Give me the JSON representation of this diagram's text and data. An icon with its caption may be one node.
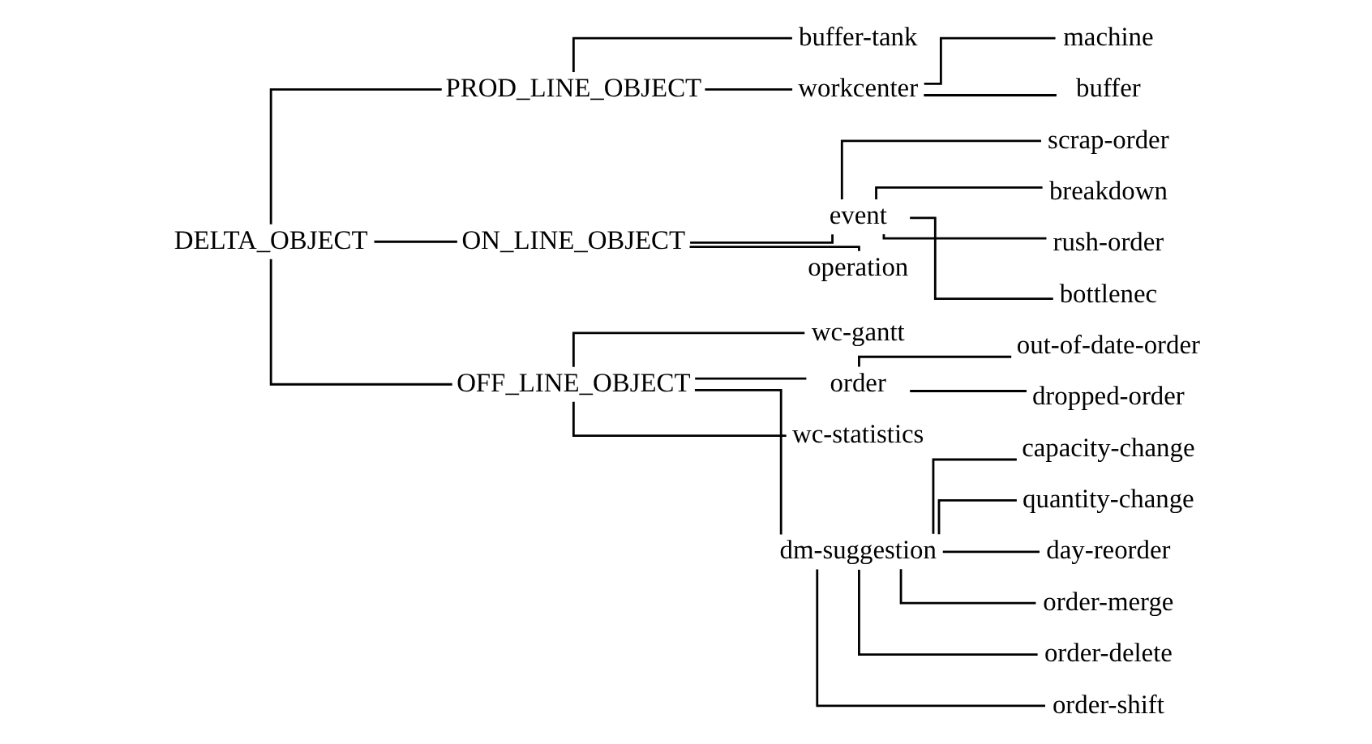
{
  "diagram": {
    "nodes": [
      {
        "text": [
          "DELTA_OBJECT"
        ]
      },
      {
        "text": [
          "PROD_LINE_OBJECT"
        ]
      },
      {
        "text": [
          "buffer-tank"
        ]
      },
      {
        "text": [
          "workcenter"
        ]
      },
      {
        "text": [
          "machine"
        ]
      },
      {
        "text": [
          "buffer"
        ]
      },
      {
        "text": [
          "ON_LINE_OBJECT"
        ]
      },
      {
        "text": [
          "event"
        ]
      },
      {
        "text": [
          "scrap-order"
        ]
      },
      {
        "text": [
          "breakdown"
        ]
      },
      {
        "text": [
          "rush-order"
        ]
      },
      {
        "text": [
          "bottlenec"
        ]
      },
      {
        "text": [
          "operation"
        ]
      },
      {
        "text": [
          "OFF_LINE_OBJECT"
        ]
      },
      {
        "text": [
          "wc-gantt"
        ]
      },
      {
        "text": [
          "order"
        ]
      },
      {
        "text": [
          "out-of-date-order"
        ]
      },
      {
        "text": [
          "dropped-order"
        ]
      },
      {
        "text": [
          "wc-statistics"
        ]
      },
      {
        "text": [
          "dm-suggestion"
        ]
      },
      {
        "text": [
          "capacity-change"
        ]
      },
      {
        "text": [
          "quantity-change"
        ]
      },
      {
        "text": [
          "day-reorder"
        ]
      },
      {
        "text": [
          "order-merge"
        ]
      },
      {
        "text": [
          "order-delete"
        ]
      },
      {
        "text": [
          "order-shift"
        ]
      }
    ],
    "edges": [
      {
        "from": 0,
        "to": 1,
        "arrow": "none"
      },
      {
        "from": 0,
        "to": 6,
        "arrow": "none"
      },
      {
        "from": 0,
        "to": 13,
        "arrow": "none"
      },
      {
        "from": 1,
        "to": 2,
        "arrow": "none"
      },
      {
        "from": 1,
        "to": 3,
        "arrow": "none"
      },
      {
        "from": 3,
        "to": 4,
        "arrow": "none"
      },
      {
        "from": 3,
        "to": 5,
        "arrow": "none"
      },
      {
        "from": 6,
        "to": 7,
        "arrow": "none"
      },
      {
        "from": 6,
        "to": 12,
        "arrow": "none"
      },
      {
        "from": 7,
        "to": 8,
        "arrow": "none"
      },
      {
        "from": 7,
        "to": 9,
        "arrow": "none"
      },
      {
        "from": 7,
        "to": 10,
        "arrow": "none"
      },
      {
        "from": 7,
        "to": 11,
        "arrow": "none"
      },
      {
        "from": 13,
        "to": 14,
        "arrow": "none"
      },
      {
        "from": 13,
        "to": 15,
        "arrow": "none"
      },
      {
        "from": 13,
        "to": 18,
        "arrow": "none"
      },
      {
        "from": 13,
        "to": 19,
        "arrow": "none"
      },
      {
        "from": 15,
        "to": 16,
        "arrow": "none"
      },
      {
        "from": 15,
        "to": 17,
        "arrow": "none"
      },
      {
        "from": 19,
        "to": 20,
        "arrow": "none"
      },
      {
        "from": 19,
        "to": 21,
        "arrow": "none"
      },
      {
        "from": 19,
        "to": 22,
        "arrow": "none"
      },
      {
        "from": 19,
        "to": 23,
        "arrow": "none"
      },
      {
        "from": 19,
        "to": 24,
        "arrow": "none"
      },
      {
        "from": 19,
        "to": 25,
        "arrow": "none"
      }
    ]
  }
}
